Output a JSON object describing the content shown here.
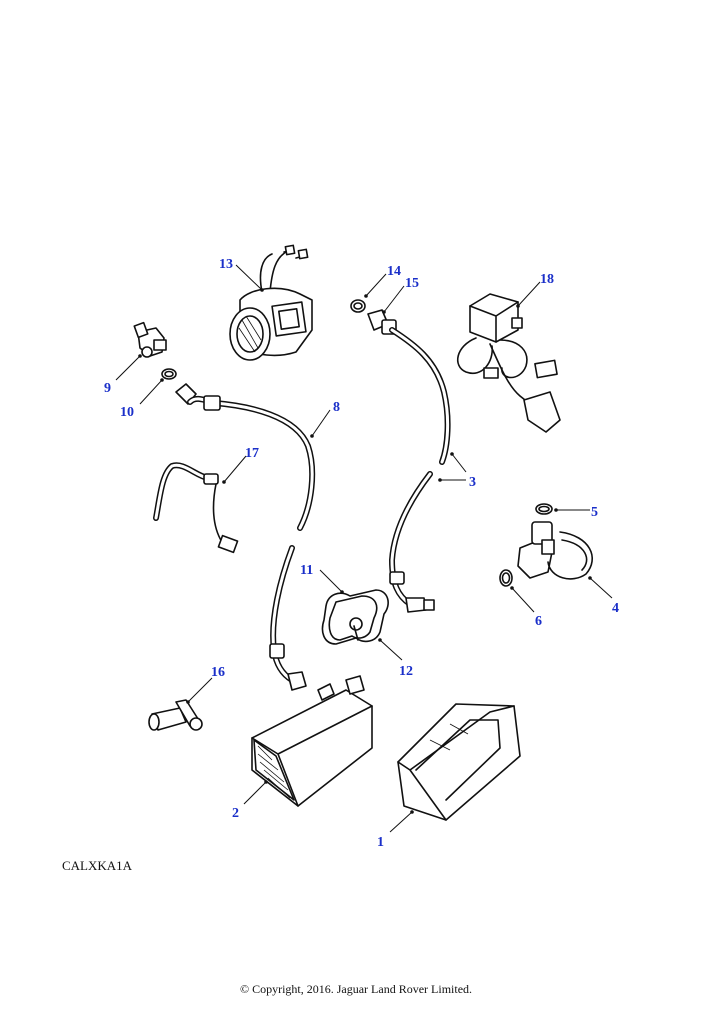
{
  "diagram": {
    "reference_code": "CALXKA1A",
    "copyright": "© Copyright, 2016. Jaguar Land Rover Limited.",
    "callouts": [
      "1",
      "2",
      "3",
      "4",
      "5",
      "6",
      "8",
      "9",
      "10",
      "11",
      "12",
      "13",
      "14",
      "15",
      "16",
      "17",
      "18"
    ]
  }
}
